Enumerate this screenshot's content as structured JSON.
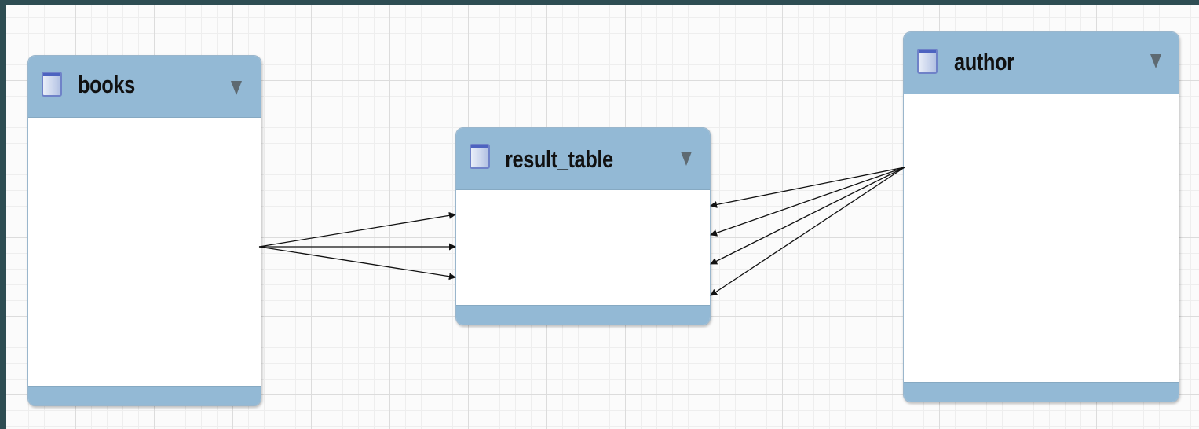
{
  "diagram": {
    "tables": [
      {
        "id": "books",
        "name": "books",
        "icon": "table-icon"
      },
      {
        "id": "result_table",
        "name": "result_table",
        "icon": "table-icon"
      },
      {
        "id": "author",
        "name": "author",
        "icon": "table-icon"
      }
    ],
    "relationships": [
      {
        "from": "books",
        "to": "result_table",
        "count": 3
      },
      {
        "from": "author",
        "to": "result_table",
        "count": 4
      }
    ],
    "colors": {
      "header": "#93b9d5",
      "frame": "#2e4d53",
      "icon_border": "#6f82c8"
    }
  }
}
